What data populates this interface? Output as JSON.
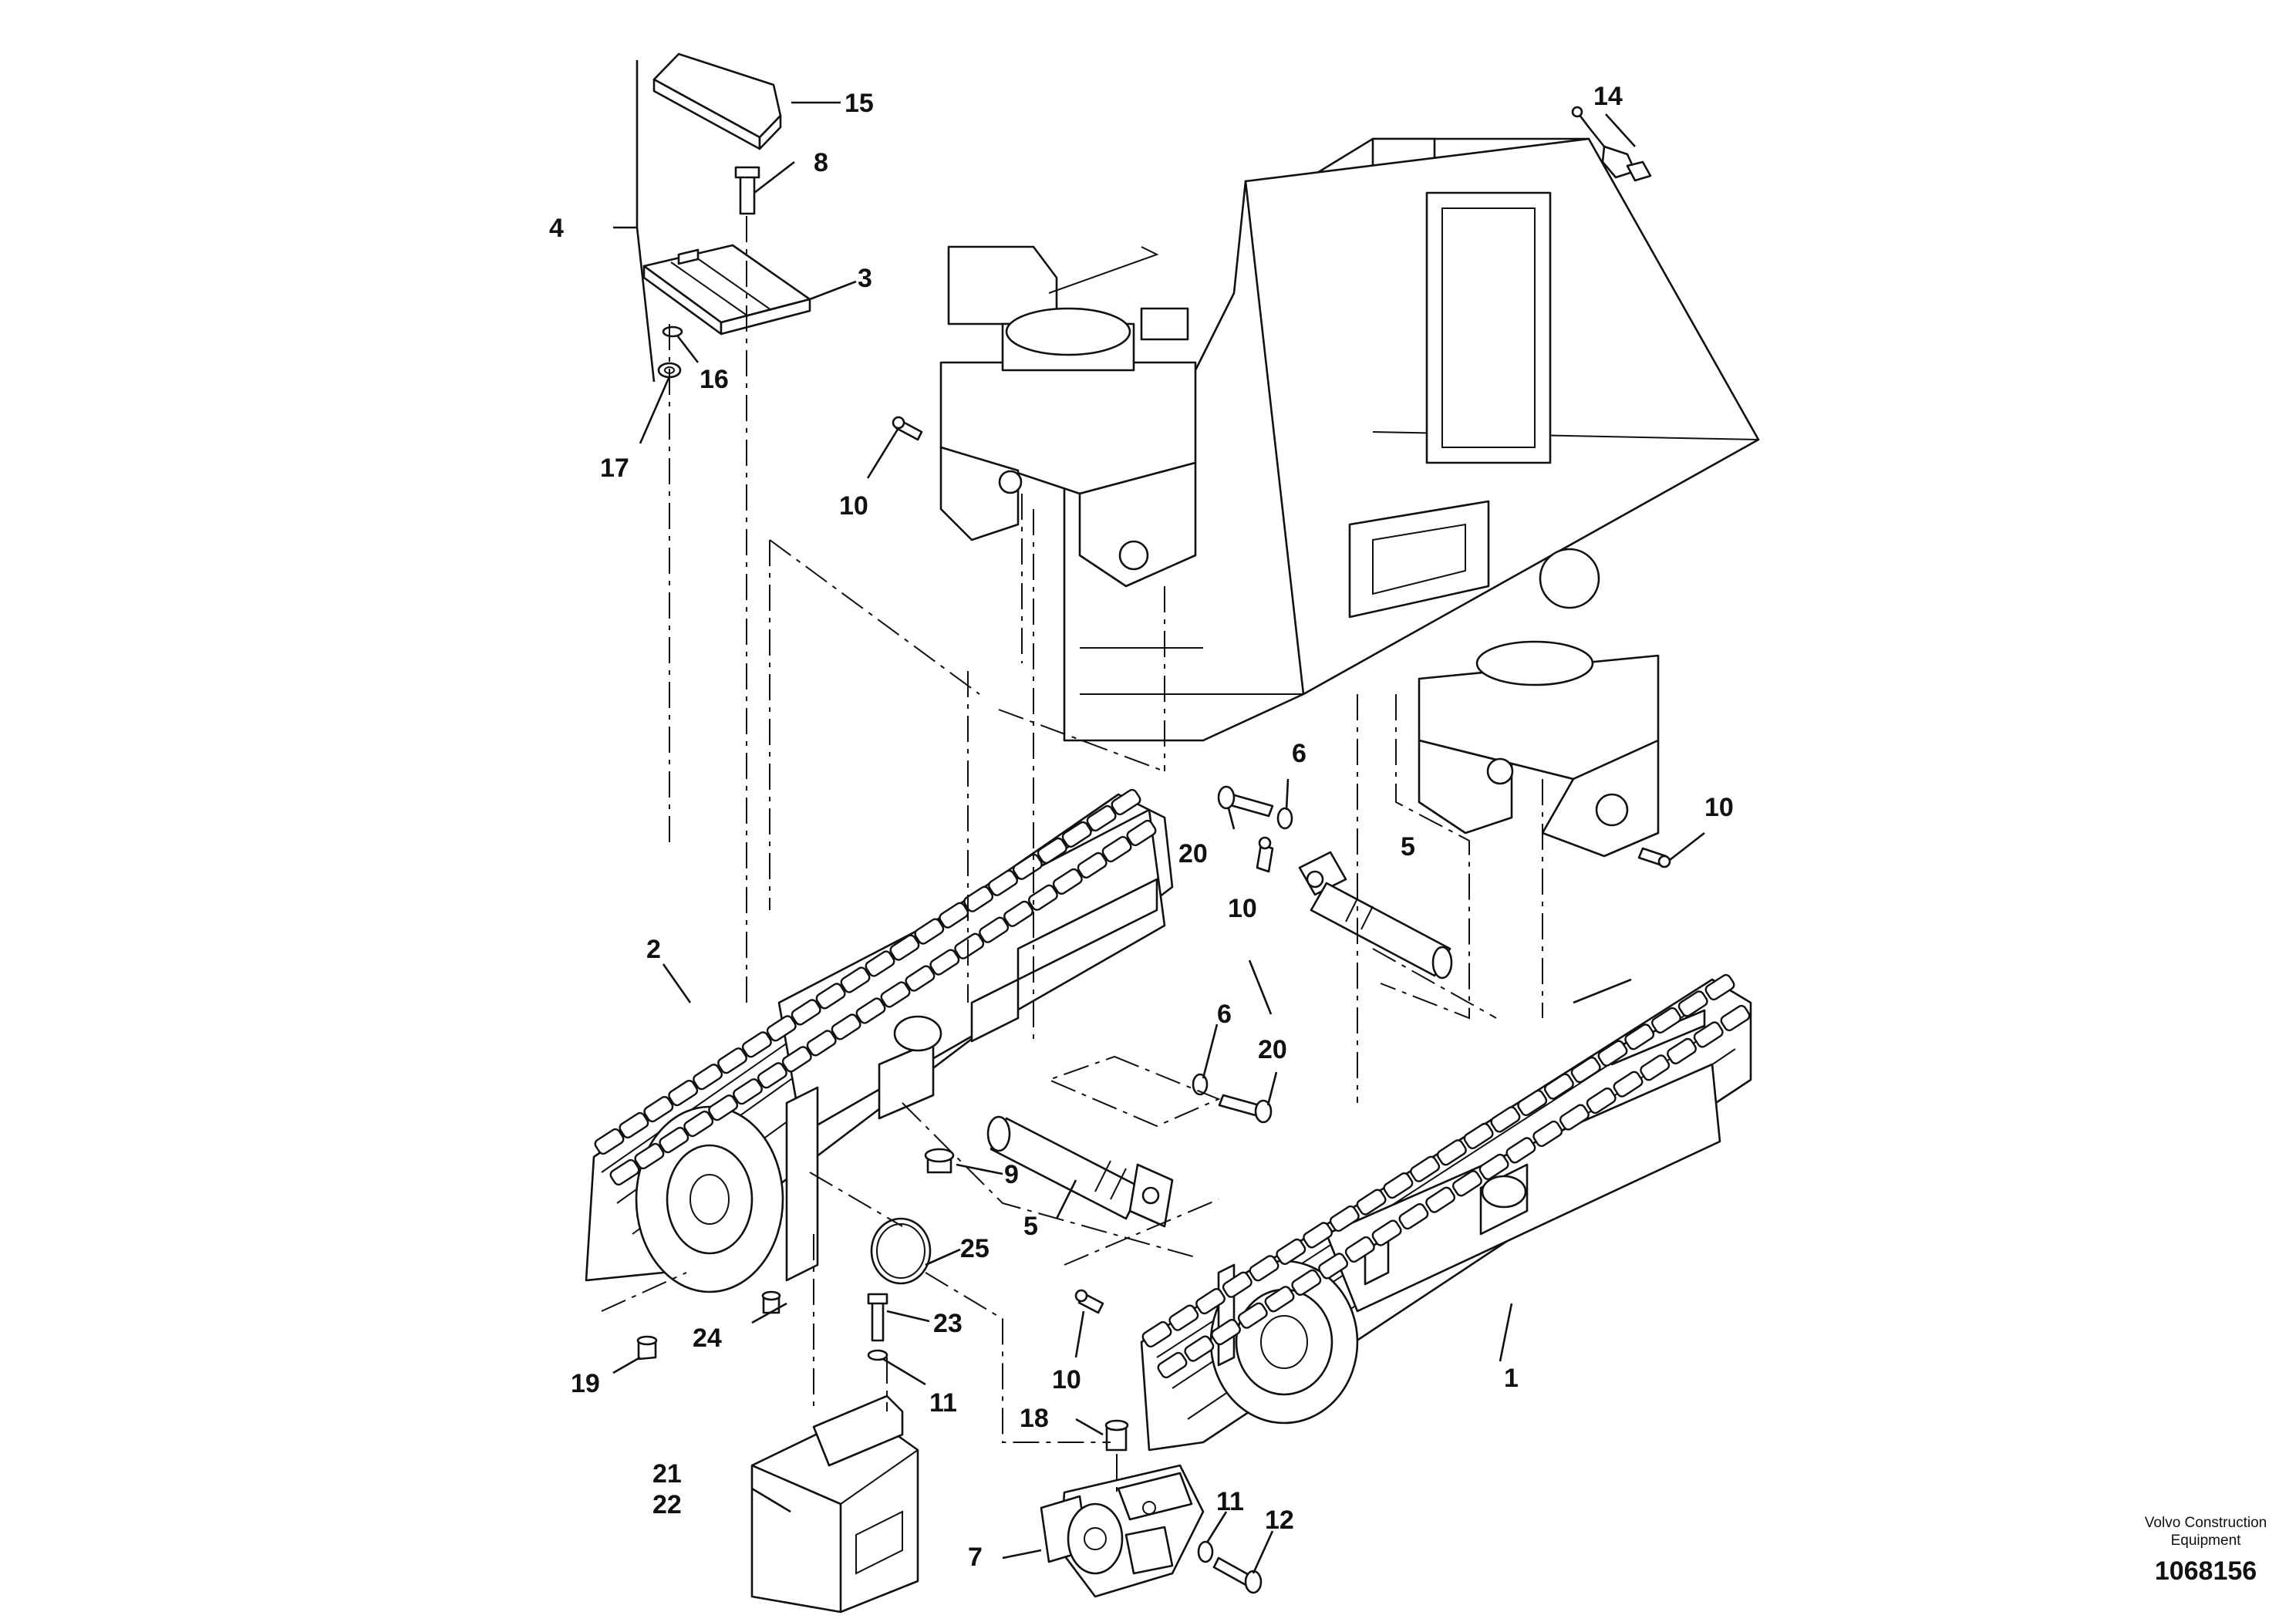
{
  "drawing": {
    "brand_line1": "Volvo Construction",
    "brand_line2": "Equipment",
    "drawing_number": "1068156"
  },
  "callouts": {
    "c1": "1",
    "c2": "2",
    "c3": "3",
    "c4": "4",
    "c5a": "5",
    "c5b": "5",
    "c6a": "6",
    "c6b": "6",
    "c7": "7",
    "c8": "8",
    "c9": "9",
    "c10a": "10",
    "c10b": "10",
    "c10c": "10",
    "c10d": "10",
    "c11a": "11",
    "c11b": "11",
    "c12": "12",
    "c14": "14",
    "c15": "15",
    "c16": "16",
    "c17": "17",
    "c18": "18",
    "c19": "19",
    "c20a": "20",
    "c20b": "20",
    "c21": "21",
    "c22": "22",
    "c23": "23",
    "c24": "24",
    "c25": "25"
  },
  "colors": {
    "ink": "#111111",
    "paper": "#ffffff"
  }
}
